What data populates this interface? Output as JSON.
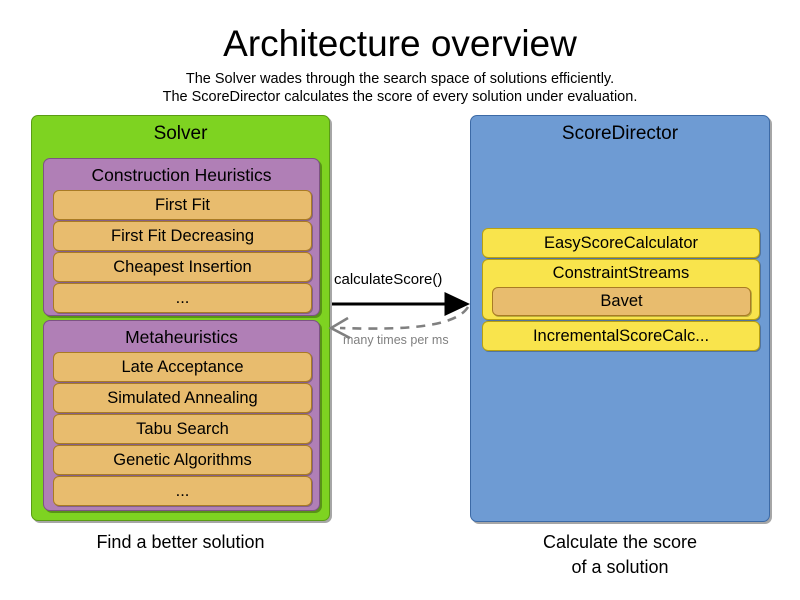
{
  "header": {
    "title": "Architecture overview",
    "subtitle_line_1": "The Solver wades through the search space of solutions efficiently.",
    "subtitle_line_2": "The ScoreDirector calculates the score of every solution under evaluation."
  },
  "colors": {
    "solver_panel": "#7ED321",
    "scoredirector_panel": "#6E9BD3",
    "group_box": "#B07FB6",
    "item_box": "#E8BC6E",
    "calculator_box": "#F9E44C",
    "arrow_solid": "#000000",
    "arrow_dashed": "#808080",
    "background": "#FFFFFF"
  },
  "solver": {
    "title": "Solver",
    "caption_line_1": "Find a better solution",
    "groups": [
      {
        "title": "Construction Heuristics",
        "items": [
          "First Fit",
          "First Fit Decreasing",
          "Cheapest Insertion",
          "..."
        ]
      },
      {
        "title": "Metaheuristics",
        "items": [
          "Late Acceptance",
          "Simulated Annealing",
          "Tabu Search",
          "Genetic Algorithms",
          "..."
        ]
      }
    ]
  },
  "score_director": {
    "title": "ScoreDirector",
    "caption_line_1": "Calculate the score",
    "caption_line_2": "of a solution",
    "calculators": [
      {
        "label": "EasyScoreCalculator",
        "nested": null
      },
      {
        "label": "ConstraintStreams",
        "nested": "Bavet"
      },
      {
        "label": "IncrementalScoreCalc...",
        "nested": null
      }
    ]
  },
  "arrows": {
    "forward_label": "calculateScore()",
    "return_label": "many times per ms"
  }
}
